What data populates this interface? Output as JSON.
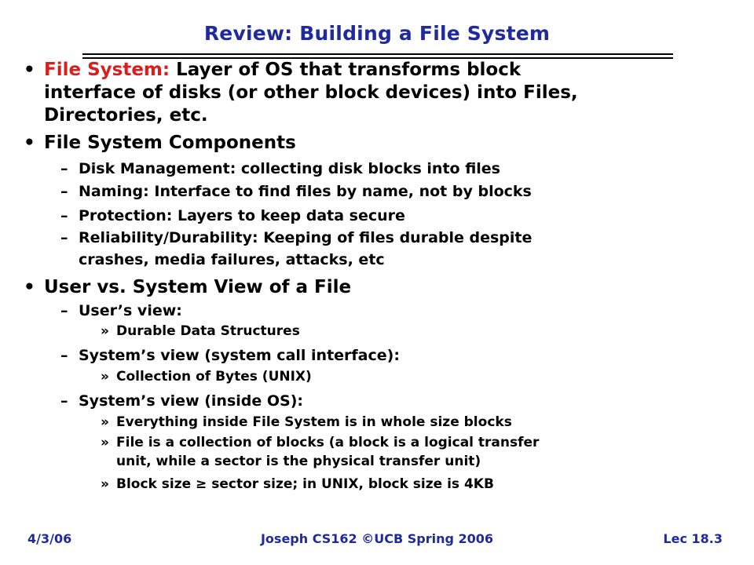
{
  "slide": {
    "title": "Review: Building a File System",
    "bullet_glyph": "•",
    "dash_glyph": "–",
    "sub_glyph": "»",
    "accent_color": "#d91e1e",
    "title_color": "#1f2a9e"
  },
  "items": {
    "b1_term": "File System:",
    "b1_line1": "Layer of OS that transforms block",
    "b1_line2": "interface of disks (or other block devices) into Files,",
    "b1_line3": "Directories, etc.",
    "b2": "File System Components",
    "b2_s1": "Disk Management: collecting disk blocks into files",
    "b2_s2": "Naming: Interface to find files by name, not by blocks",
    "b2_s3": "Protection: Layers to keep data secure",
    "b2_s4_line1": "Reliability/Durability: Keeping of files durable despite",
    "b2_s4_line2": "crashes, media failures, attacks, etc",
    "b3": "User vs. System View of a File",
    "b3_s1": "User’s view:",
    "b3_s1_a": "Durable Data Structures",
    "b3_s2": "System’s view (system call interface):",
    "b3_s2_a": "Collection of Bytes (UNIX)",
    "b3_s3": "System’s view (inside OS):",
    "b3_s3_a": "Everything inside File System is in whole size blocks",
    "b3_s3_b_line1": "File is a collection of blocks (a block is a logical transfer",
    "b3_s3_b_line2": "unit, while a sector is the physical transfer unit)",
    "b3_s3_c": "Block size ≥ sector size; in UNIX, block size is 4KB"
  },
  "footer": {
    "date": "4/3/06",
    "course": "Joseph CS162 ©UCB Spring 2006",
    "lecture": "Lec 18.3"
  }
}
